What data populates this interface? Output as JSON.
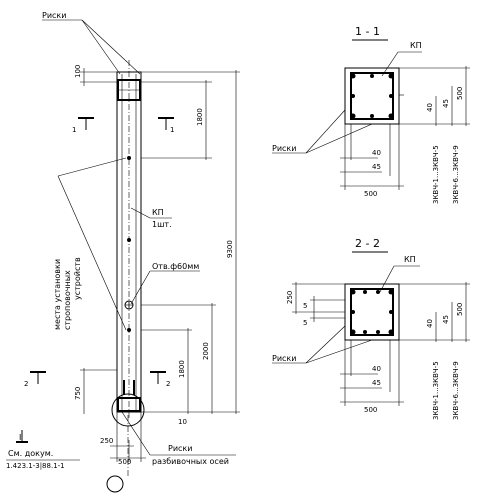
{
  "labels": {
    "riski_top": "Риски",
    "riski_section1": "Риски",
    "riski_section2": "Риски",
    "riski_bottom": "Риски",
    "razbivochnykh_osey": "разбивочных осей",
    "mesta_ustanovki": "места установки",
    "stropovochnykh": "строповочных",
    "ustroystv": "устройств",
    "kp": "КП",
    "kp_qty": "1шт.",
    "hole": "Отв.ф60мм",
    "kp_sec1": "КП",
    "kp_sec2": "КП",
    "see_doc": "См. докум.",
    "doc_ref": "1.423.1-3|88.1-1",
    "detail_marker": "I"
  },
  "sections": {
    "s1_top": "1",
    "s1_bottom": "1",
    "s2_left": "2",
    "s2_right": "2",
    "title1": "1 - 1",
    "title2": "2 - 2"
  },
  "dims": {
    "d100": "100",
    "d1800_top": "1800",
    "d9300": "9300",
    "d2000": "2000",
    "d1800_bot": "1800",
    "d750": "750",
    "d10": "10",
    "d250_bot": "250",
    "d500_bot": "500",
    "s1_40": "40",
    "s1_45": "45",
    "s1_500_right": "500",
    "s1_40b": "40",
    "s1_45b": "45",
    "s1_500_bot": "500",
    "s2_250": "250",
    "s2_5a": "5",
    "s2_5b": "5",
    "s2_40": "40",
    "s2_45": "45",
    "s2_500_right": "500",
    "s2_40b": "40",
    "s2_45b": "45",
    "s2_500_bot": "500"
  },
  "marks": {
    "s1_a": "3КВЧ-1...3КВЧ-5",
    "s1_b": "3КВЧ-6...3КВЧ-9",
    "s2_a": "3КВЧ-1...3КВЧ-5",
    "s2_b": "3КВЧ-6...3КВЧ-9"
  }
}
